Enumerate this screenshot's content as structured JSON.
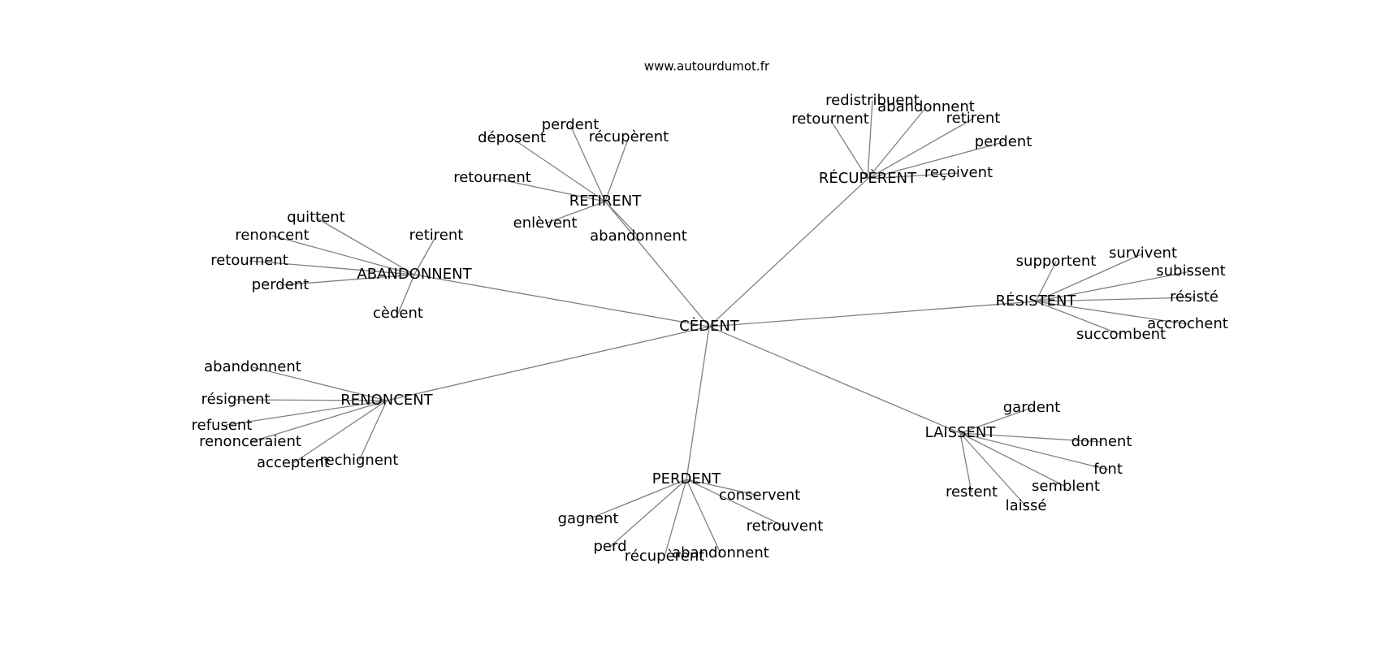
{
  "header": {
    "site": "www.autourdumot.fr"
  },
  "colors": {
    "edge": "#808080",
    "text": "#000000",
    "background": "#ffffff"
  },
  "graph": {
    "center": {
      "id": "cedent",
      "label": "CÈDENT"
    },
    "hubs": [
      {
        "id": "retirent",
        "label": "RETIRENT",
        "leaves": [
          {
            "id": "retirent-deposent",
            "label": "déposent"
          },
          {
            "id": "retirent-perdent",
            "label": "perdent"
          },
          {
            "id": "retirent-recuperent",
            "label": "récupèrent"
          },
          {
            "id": "retirent-retournent",
            "label": "retournent"
          },
          {
            "id": "retirent-enlevent",
            "label": "enlèvent"
          },
          {
            "id": "retirent-abandonnent",
            "label": "abandonnent"
          }
        ]
      },
      {
        "id": "recuperent",
        "label": "RÉCUPÈRENT",
        "leaves": [
          {
            "id": "recuperent-redistribuent",
            "label": "redistribuent"
          },
          {
            "id": "recuperent-abandonnent",
            "label": "abandonnent"
          },
          {
            "id": "recuperent-retournent",
            "label": "retournent"
          },
          {
            "id": "recuperent-retirent",
            "label": "retirent"
          },
          {
            "id": "recuperent-perdent",
            "label": "perdent"
          },
          {
            "id": "recuperent-recoivent",
            "label": "reçoivent"
          }
        ]
      },
      {
        "id": "abandonnent",
        "label": "ABANDONNENT",
        "leaves": [
          {
            "id": "abandonnent-quittent",
            "label": "quittent"
          },
          {
            "id": "abandonnent-renoncent",
            "label": "renoncent"
          },
          {
            "id": "abandonnent-retirent",
            "label": "retirent"
          },
          {
            "id": "abandonnent-retournent",
            "label": "retournent"
          },
          {
            "id": "abandonnent-perdent",
            "label": "perdent"
          },
          {
            "id": "abandonnent-cedent",
            "label": "cèdent"
          }
        ]
      },
      {
        "id": "resistent",
        "label": "RÉSISTENT",
        "leaves": [
          {
            "id": "resistent-supportent",
            "label": "supportent"
          },
          {
            "id": "resistent-survivent",
            "label": "survivent"
          },
          {
            "id": "resistent-subissent",
            "label": "subissent"
          },
          {
            "id": "resistent-resiste",
            "label": "résisté"
          },
          {
            "id": "resistent-accrochent",
            "label": "accrochent"
          },
          {
            "id": "resistent-succombent",
            "label": "succombent"
          }
        ]
      },
      {
        "id": "renoncent",
        "label": "RENONCENT",
        "leaves": [
          {
            "id": "renoncent-abandonnent",
            "label": "abandonnent"
          },
          {
            "id": "renoncent-resignent",
            "label": "résignent"
          },
          {
            "id": "renoncent-refusent",
            "label": "refusent"
          },
          {
            "id": "renoncent-renonceraient",
            "label": "renonceraient"
          },
          {
            "id": "renoncent-acceptent",
            "label": "acceptent"
          },
          {
            "id": "renoncent-rechignent",
            "label": "rechignent"
          }
        ]
      },
      {
        "id": "laissent",
        "label": "LAISSENT",
        "leaves": [
          {
            "id": "laissent-gardent",
            "label": "gardent"
          },
          {
            "id": "laissent-donnent",
            "label": "donnent"
          },
          {
            "id": "laissent-font",
            "label": "font"
          },
          {
            "id": "laissent-semblent",
            "label": "semblent"
          },
          {
            "id": "laissent-restent",
            "label": "restent"
          },
          {
            "id": "laissent-laisse",
            "label": "laissé"
          }
        ]
      },
      {
        "id": "perdent",
        "label": "PERDENT",
        "leaves": [
          {
            "id": "perdent-conservent",
            "label": "conservent"
          },
          {
            "id": "perdent-gagnent",
            "label": "gagnent"
          },
          {
            "id": "perdent-retrouvent",
            "label": "retrouvent"
          },
          {
            "id": "perdent-perd",
            "label": "perd"
          },
          {
            "id": "perdent-recuperent",
            "label": "récupèrent"
          },
          {
            "id": "perdent-abandonnent",
            "label": "abandonnent"
          }
        ]
      }
    ]
  }
}
